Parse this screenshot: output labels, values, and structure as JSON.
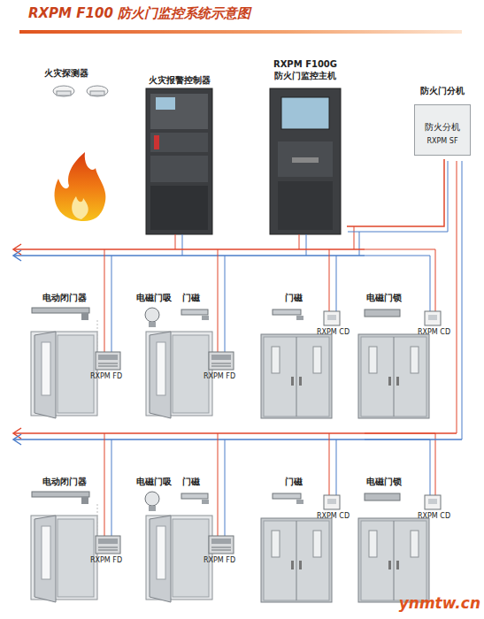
{
  "diagram": {
    "title": "RXPM F100 防火门监控系统示意图",
    "nodes": [
      {
        "text": [
          "火灾报警控制器"
        ]
      },
      {
        "text": [
          "RXPM F100G",
          "防火门监控主机"
        ]
      },
      {
        "text": [
          "防火门分机",
          "防火分机",
          "RXPM SF"
        ]
      }
    ],
    "edges": [
      {
        "from": 1,
        "to": 2,
        "arrow": "none"
      }
    ],
    "labels": [
      "火灾探测器",
      "电动闭门器",
      "电磁门吸",
      "门磁",
      "门磁",
      "电磁门锁",
      "RXPM FD",
      "RXPM FD",
      "RXPM CD",
      "RXPM CD",
      "电动闭门器",
      "电磁门吸",
      "门磁",
      "门磁",
      "电磁门锁",
      "RXPM FD",
      "RXPM FD",
      "RXPM CD",
      "RXPM CD",
      "ynmtw.cn"
    ]
  }
}
